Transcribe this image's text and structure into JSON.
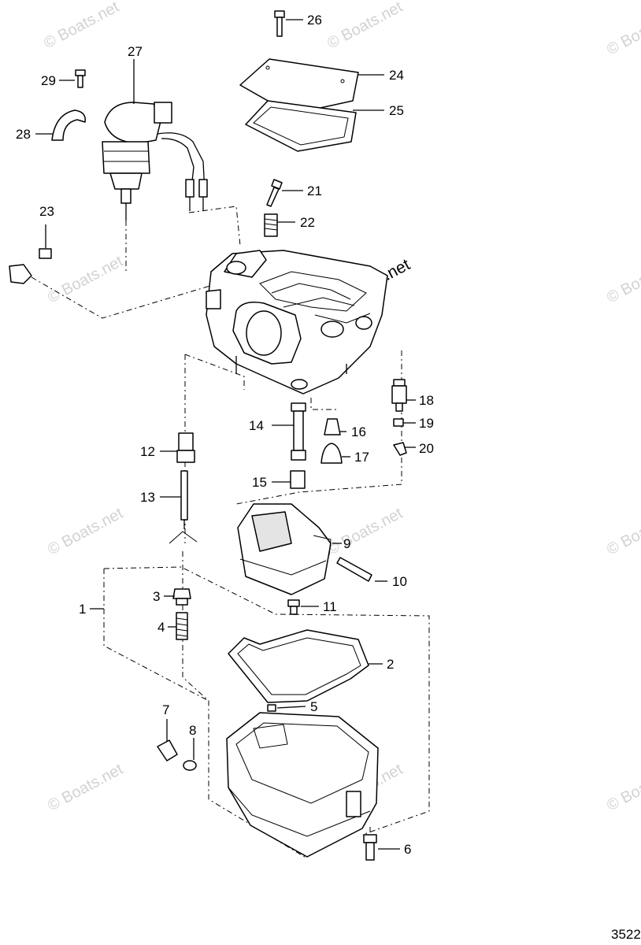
{
  "watermark": "© Boats.net",
  "diagram_code": "3522",
  "callouts": [
    "1",
    "2",
    "3",
    "4",
    "5",
    "6",
    "7",
    "8",
    "9",
    "10",
    "11",
    "12",
    "13",
    "14",
    "15",
    "16",
    "17",
    "18",
    "19",
    "20",
    "21",
    "22",
    "23",
    "24",
    "25",
    "26",
    "27",
    "28",
    "29"
  ]
}
